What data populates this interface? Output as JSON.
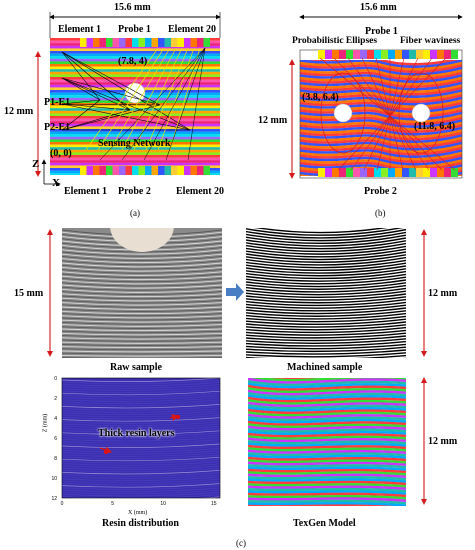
{
  "panel_a": {
    "width_label": "15.6 mm",
    "height_label": "12 mm",
    "element1_top": "Element 1",
    "probe1": "Probe 1",
    "element20_top": "Element 20",
    "damage_coord": "(7.8, 4)",
    "p1e1": "P1-E1",
    "p2e1": "P2-E1",
    "sensing_network": "Sensing Network",
    "origin": "(0, 0)",
    "axis_z": "Z",
    "axis_x": "X",
    "element1_bottom": "Element 1",
    "probe2": "Probe 2",
    "element20_bottom": "Element 20",
    "caption": "(a)"
  },
  "panel_b": {
    "width_label": "15.6 mm",
    "probe1": "Probe 1",
    "prob_ellipses": "Probabilistic Ellipses",
    "fiber_waviness": "Fiber waviness",
    "height_label": "12 mm",
    "coord_left": "(3.8, 6.4)",
    "coord_right": "(11.8, 6.4)",
    "probe2": "Probe 2",
    "caption": "(b)"
  },
  "panel_c": {
    "raw_height": "15 mm",
    "raw_label": "Raw sample",
    "machined_height": "12 mm",
    "machined_label": "Machined sample",
    "resin_annotation": "Thick resin layers",
    "resin_label": "Resin distribution",
    "resin_xlabel": "X (mm)",
    "resin_ylabel": "Z (mm)",
    "resin_yticks": [
      "0",
      "2",
      "4",
      "6",
      "8",
      "10",
      "12"
    ],
    "resin_xticks": [
      "0",
      "5",
      "10",
      "15"
    ],
    "texgen_height": "12 mm",
    "texgen_label": "TexGen Model",
    "caption": "(c)"
  }
}
